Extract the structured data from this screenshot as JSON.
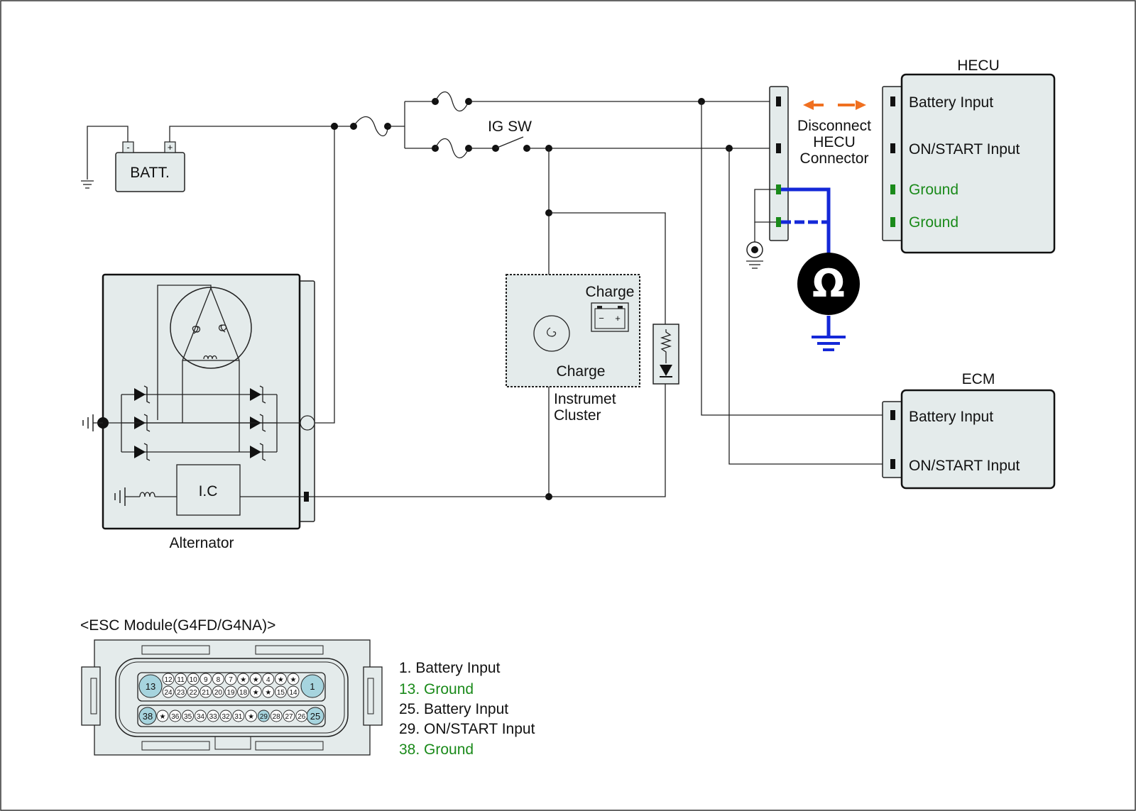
{
  "colors": {
    "ground_text": "#1a8a1a",
    "meter_wire": "#1428d8",
    "arrow": "#f07020",
    "connector_fill": "#e4ebeb",
    "pin_highlight": "#a6d4de"
  },
  "battery": {
    "label": "BATT.",
    "minus": "-",
    "plus": "+"
  },
  "ig_switch": {
    "label": "IG SW"
  },
  "disconnect_note": {
    "line1": "Disconnect",
    "line2": "HECU",
    "line3": "Connector"
  },
  "meter": {
    "symbol": "Ω",
    "icon": "ohm-meter-icon"
  },
  "hecu": {
    "title": "HECU",
    "pins": [
      "Battery Input",
      "ON/START Input",
      "Ground",
      "Ground"
    ]
  },
  "ecm": {
    "title": "ECM",
    "pins": [
      "Battery Input",
      "ON/START Input"
    ]
  },
  "cluster": {
    "charge_top": "Charge",
    "charge_bottom": "Charge",
    "lamp_minus": "−",
    "lamp_plus": "+",
    "name_line1": "Instrumet",
    "name_line2": "Cluster"
  },
  "alternator": {
    "label": "Alternator",
    "ic_label": "I.C"
  },
  "esc": {
    "title": "<ESC Module(G4FD/G4NA)>",
    "pin_13": "13",
    "pin_1": "1",
    "pin_38": "38",
    "pin_25": "25",
    "row1": [
      "12",
      "11",
      "10",
      "9",
      "8",
      "7",
      "★",
      "★",
      "4",
      "★",
      "★"
    ],
    "row2": [
      "24",
      "23",
      "22",
      "21",
      "20",
      "19",
      "18",
      "★",
      "★",
      "15",
      "14"
    ],
    "row3": [
      "★",
      "36",
      "35",
      "34",
      "33",
      "32",
      "31",
      "★",
      "29",
      "28",
      "27",
      "26"
    ],
    "legend": [
      "1. Battery Input",
      "13. Ground",
      "25. Battery Input",
      "29. ON/START Input",
      "38. Ground"
    ]
  }
}
